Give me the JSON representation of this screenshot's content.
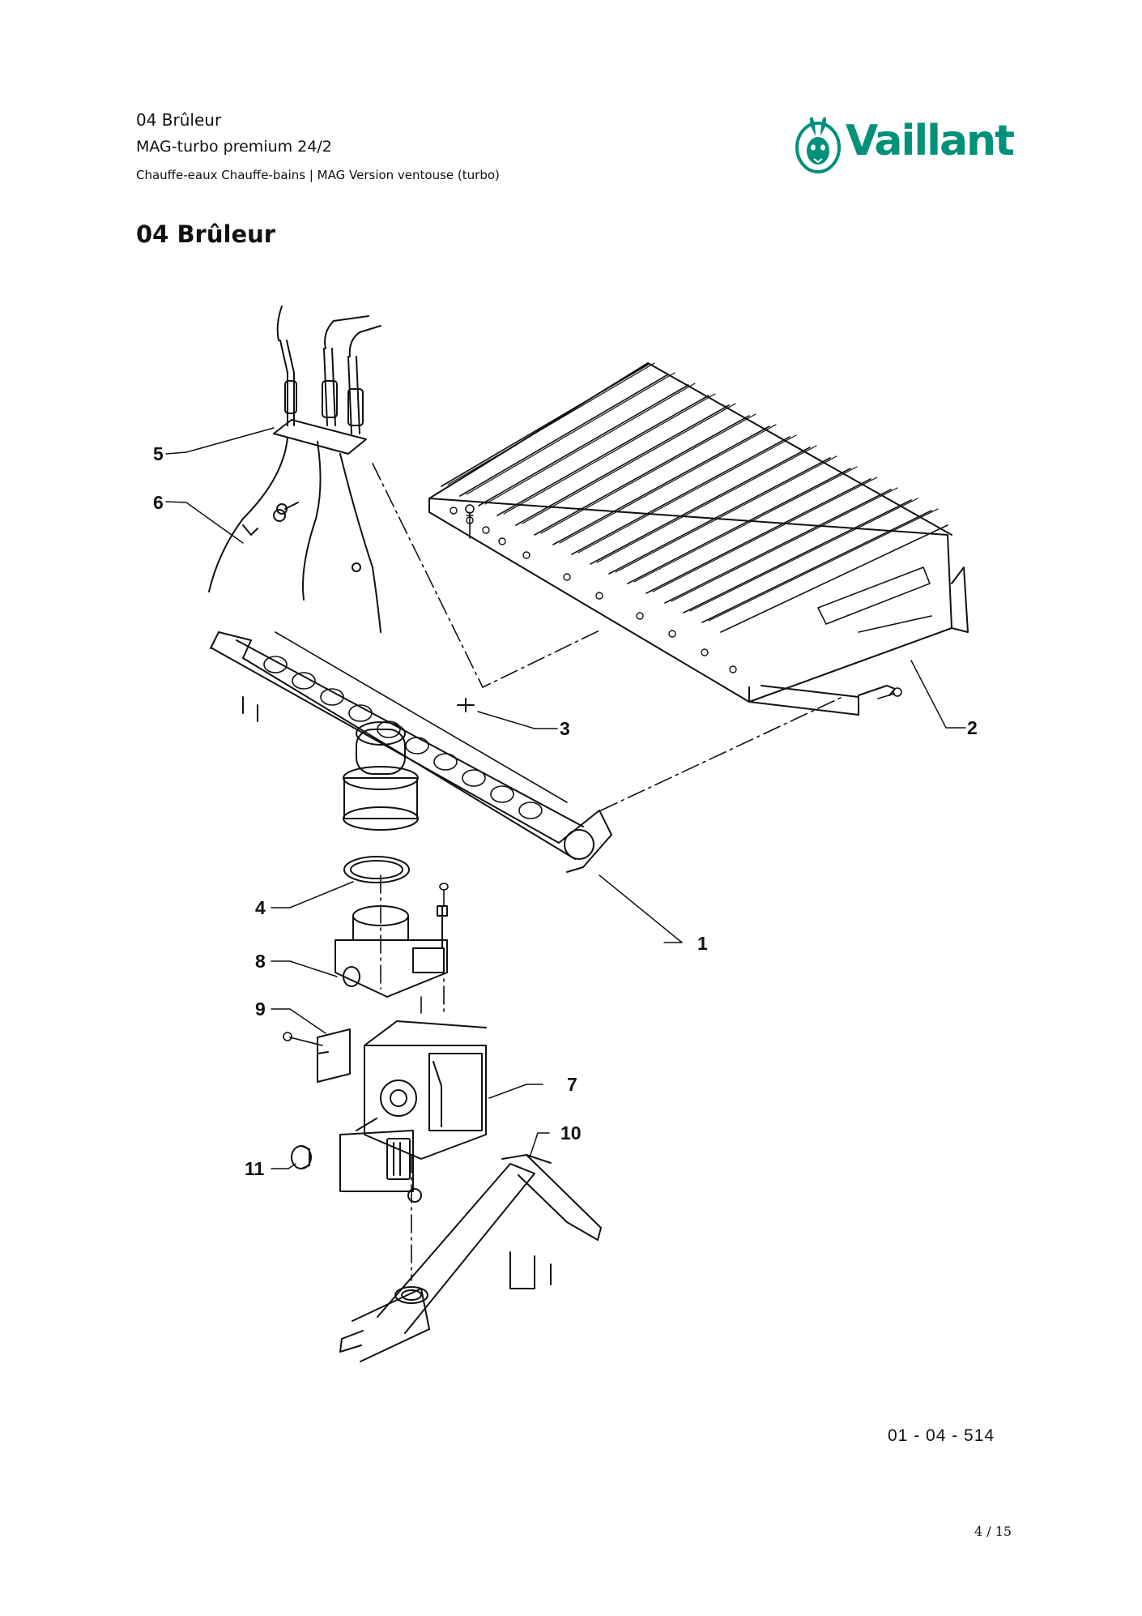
{
  "header": {
    "section_label": "04 Brûleur",
    "product": "MAG-turbo premium 24/2",
    "category": "Chauffe-eaux Chauffe-bains | MAG Version ventouse (turbo)"
  },
  "brand": {
    "name": "Vaillant",
    "color": "#00917a",
    "logo_icon": "hare-icon"
  },
  "section_title": "04 Brûleur",
  "diagram": {
    "callouts": {
      "c1": "1",
      "c2": "2",
      "c3": "3",
      "c4": "4",
      "c5": "5",
      "c6": "6",
      "c7": "7",
      "c8": "8",
      "c9": "9",
      "c10": "10",
      "c11": "11"
    },
    "reference_code": "01 - 04 - 514"
  },
  "footer": {
    "page": "4 / 15"
  }
}
